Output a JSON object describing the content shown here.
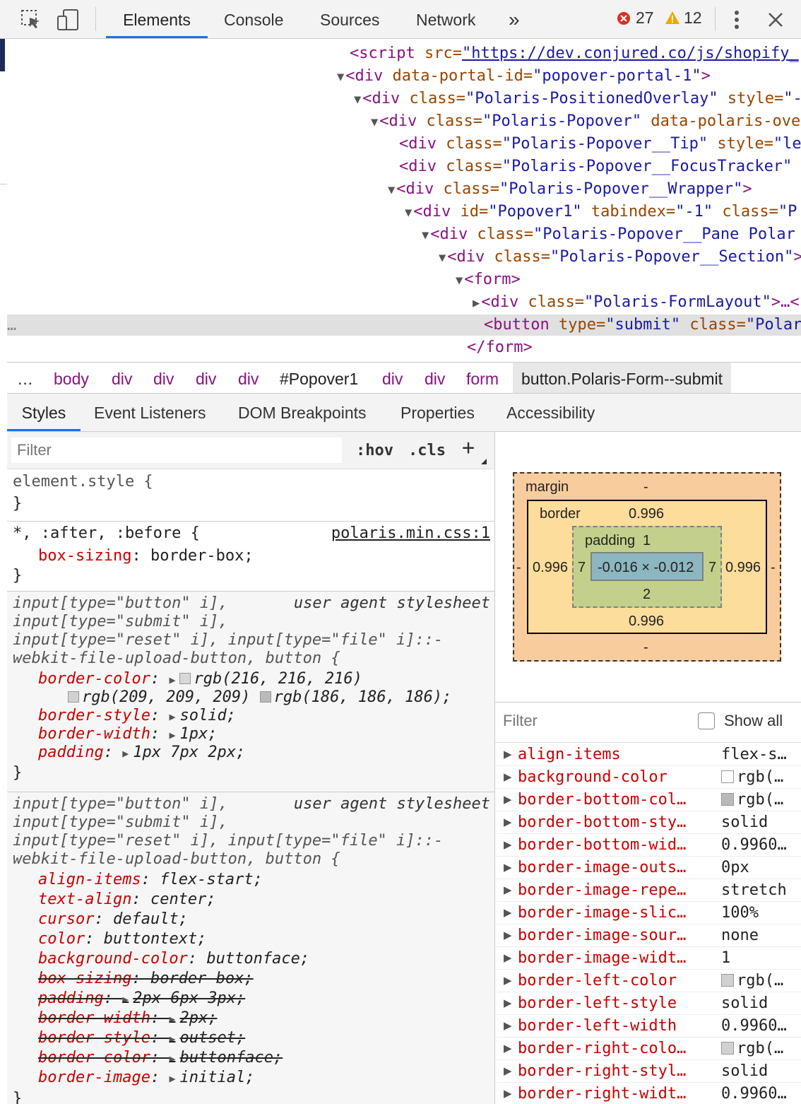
{
  "topbar": {
    "tabs": [
      {
        "label": "Elements",
        "active": true
      },
      {
        "label": "Console"
      },
      {
        "label": "Sources"
      },
      {
        "label": "Network"
      }
    ],
    "more": "»",
    "errors": "27",
    "warnings": "12",
    "colors": {
      "error": "#d93025",
      "warning": "#f2a600",
      "accent": "#1a73e8"
    }
  },
  "dom": {
    "lines": [
      {
        "open": "<script",
        "a1": " src=",
        "v1": "\"https://dev.conjured.co/js/shopify_",
        "tri": ""
      },
      {
        "tri": "▼",
        "open": "<div",
        "a1": " data-portal-id=",
        "v1": "\"popover-portal-1\"",
        "close": ">"
      },
      {
        "tri": "▼",
        "open": "<div",
        "a1": " class=",
        "v1": "\"Polaris-PositionedOverlay\"",
        "a2": " style=",
        "v2": "\"-"
      },
      {
        "tri": "▼",
        "open": "<div",
        "a1": " class=",
        "v1": "\"Polaris-Popover\"",
        "a2": " data-polaris-ove",
        "v2": ""
      },
      {
        "tri": "",
        "open": "<div",
        "a1": " class=",
        "v1": "\"Polaris-Popover__Tip\"",
        "a2": " style=",
        "v2": "\"le"
      },
      {
        "tri": "",
        "open": "<div",
        "a1": " class=",
        "v1": "\"Polaris-Popover__FocusTracker\"",
        "a2": " ",
        "v2": ""
      },
      {
        "tri": "▼",
        "open": "<div",
        "a1": " class=",
        "v1": "\"Polaris-Popover__Wrapper\"",
        "close": ">"
      },
      {
        "tri": "▼",
        "open": "<div",
        "a1": " id=",
        "v1": "\"Popover1\"",
        "a2": " tabindex=",
        "v2": "\"-1\"",
        "a3": " class=",
        "v3": "\"P"
      },
      {
        "tri": "▼",
        "open": "<div",
        "a1": " class=",
        "v1": "\"Polaris-Popover__Pane Polar",
        "close": ""
      },
      {
        "tri": "▼",
        "open": "<div",
        "a1": " class=",
        "v1": "\"Polaris-Popover__Section\"",
        "close": ">"
      },
      {
        "tri": "▼",
        "open": "<form",
        "close": ">"
      },
      {
        "tri": "▶",
        "open": "<div",
        "a1": " class=",
        "v1": "\"Polaris-FormLayout\"",
        "close": ">…<"
      },
      {
        "tri": "",
        "open": "<button",
        "a1": " type=",
        "v1": "\"submit\"",
        "a2": " class=",
        "v2": "\"Polar"
      },
      {
        "tri": "",
        "open": "</form",
        "close": ">"
      }
    ],
    "ellipsis": "…"
  },
  "breadcrumb": {
    "items": [
      "…",
      "body",
      "div",
      "div",
      "div",
      "div",
      "#Popover1",
      "div",
      "div",
      "form",
      "button.Polaris-Form--submit"
    ]
  },
  "subtabs": [
    "Styles",
    "Event Listeners",
    "DOM Breakpoints",
    "Properties",
    "Accessibility"
  ],
  "styles": {
    "filter_placeholder": "Filter",
    "hov": ":hov",
    "cls": ".cls",
    "plus": "+",
    "element_style": "element.style {",
    "close_brace": "}",
    "rule1": {
      "selector": "*, :after, :before {",
      "source": "polaris.min.css:1",
      "decls": [
        {
          "prop": "box-sizing",
          "value": "border-box;"
        }
      ]
    },
    "rule2": {
      "selector_lines": [
        "input[type=\"button\" i],",
        "input[type=\"submit\" i],",
        "input[type=\"reset\" i], input[type=\"file\" i]::-",
        "webkit-file-upload-button, button {"
      ],
      "source": "user agent stylesheet",
      "decls": [
        {
          "prop": "border-color",
          "value": "rgb(216, 216, 216)",
          "swatch": "#d8d8d8"
        },
        {
          "prop": "",
          "value": "rgb(209, 209, 209)",
          "swatch": "#d1d1d1",
          "value2": "rgb(186, 186, 186);",
          "swatch2": "#bababa"
        },
        {
          "prop": "border-style",
          "value": "solid;"
        },
        {
          "prop": "border-width",
          "value": "1px;"
        },
        {
          "prop": "padding",
          "value": "1px 7px 2px;"
        }
      ]
    },
    "rule3": {
      "selector_lines": [
        "input[type=\"button\" i],",
        "input[type=\"submit\" i],",
        "input[type=\"reset\" i], input[type=\"file\" i]::-",
        "webkit-file-upload-button, button {"
      ],
      "source": "user agent stylesheet",
      "decls": [
        {
          "prop": "align-items",
          "value": "flex-start;"
        },
        {
          "prop": "text-align",
          "value": "center;"
        },
        {
          "prop": "cursor",
          "value": "default;"
        },
        {
          "prop": "color",
          "value": "buttontext;"
        },
        {
          "prop": "background-color",
          "value": "buttonface;"
        },
        {
          "prop": "box-sizing",
          "value": "border-box;",
          "struck": true
        },
        {
          "prop": "padding",
          "value": "2px 6px 3px;",
          "struck": true
        },
        {
          "prop": "border-width",
          "value": "2px;",
          "struck": true
        },
        {
          "prop": "border-style",
          "value": "outset;",
          "struck": true
        },
        {
          "prop": "border-color",
          "value": "buttonface;",
          "struck": true
        },
        {
          "prop": "border-image",
          "value": "initial;"
        }
      ]
    }
  },
  "boxmodel": {
    "margin_label": "margin",
    "margin_top": "-",
    "margin_bottom": "-",
    "margin_left": "-",
    "margin_right": "-",
    "border_label": "border",
    "border_top": "0.996",
    "border_bottom": "0.996",
    "border_left": "0.996",
    "border_right": "0.996",
    "padding_label": "padding",
    "padding_top": "1",
    "padding_bottom": "2",
    "padding_left": "7",
    "padding_right": "7",
    "content": "-0.016 × -0.012",
    "colors": {
      "margin": "#f9cc9d",
      "border": "#fddd9b",
      "padding": "#c3d08b",
      "content": "#8cb6c0"
    }
  },
  "computed": {
    "filter_placeholder": "Filter",
    "show_all": "Show all",
    "rows": [
      {
        "name": "align-items",
        "value": "flex-s…"
      },
      {
        "name": "background-color",
        "value": "rgb(…",
        "swatch": "#ffffff"
      },
      {
        "name": "border-bottom-col…",
        "value": "rgb(…",
        "swatch": "#bababa"
      },
      {
        "name": "border-bottom-sty…",
        "value": "solid"
      },
      {
        "name": "border-bottom-wid…",
        "value": "0.9960…"
      },
      {
        "name": "border-image-outs…",
        "value": "0px"
      },
      {
        "name": "border-image-repe…",
        "value": "stretch"
      },
      {
        "name": "border-image-slic…",
        "value": "100%"
      },
      {
        "name": "border-image-sour…",
        "value": "none"
      },
      {
        "name": "border-image-widt…",
        "value": "1"
      },
      {
        "name": "border-left-color",
        "value": "rgb(…",
        "swatch": "#d1d1d1"
      },
      {
        "name": "border-left-style",
        "value": "solid"
      },
      {
        "name": "border-left-width",
        "value": "0.9960…"
      },
      {
        "name": "border-right-colo…",
        "value": "rgb(…",
        "swatch": "#d1d1d1"
      },
      {
        "name": "border-right-styl…",
        "value": "solid"
      },
      {
        "name": "border-right-widt…",
        "value": "0.9960…"
      }
    ]
  }
}
